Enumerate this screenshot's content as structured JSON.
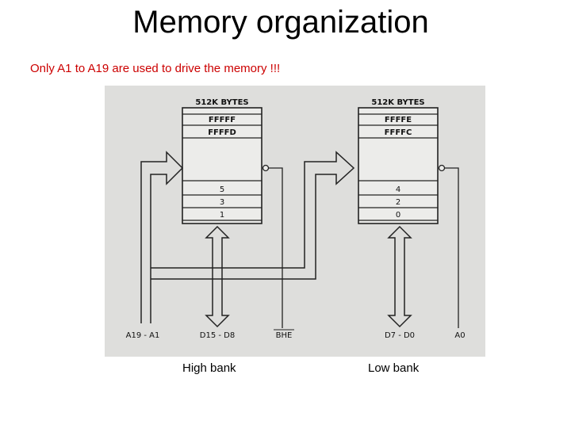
{
  "slide": {
    "title": "Memory organization",
    "subtitle": "Only A1 to A19 are used to drive the memory !!!",
    "captions": {
      "high_bank": "High bank",
      "low_bank": "Low bank"
    }
  },
  "diagram": {
    "high_bank": {
      "header": "512K BYTES",
      "top_addresses": [
        "FFFFF",
        "FFFFD"
      ],
      "bottom_addresses": [
        "5",
        "3",
        "1"
      ]
    },
    "low_bank": {
      "header": "512K BYTES",
      "top_addresses": [
        "FFFFE",
        "FFFFC"
      ],
      "bottom_addresses": [
        "4",
        "2",
        "0"
      ]
    },
    "signals": {
      "address_bus": "A19 - A1",
      "high_data_bus": "D15 - D8",
      "bhe": "BHE",
      "low_data_bus": "D7 - D0",
      "a0": "A0"
    }
  }
}
